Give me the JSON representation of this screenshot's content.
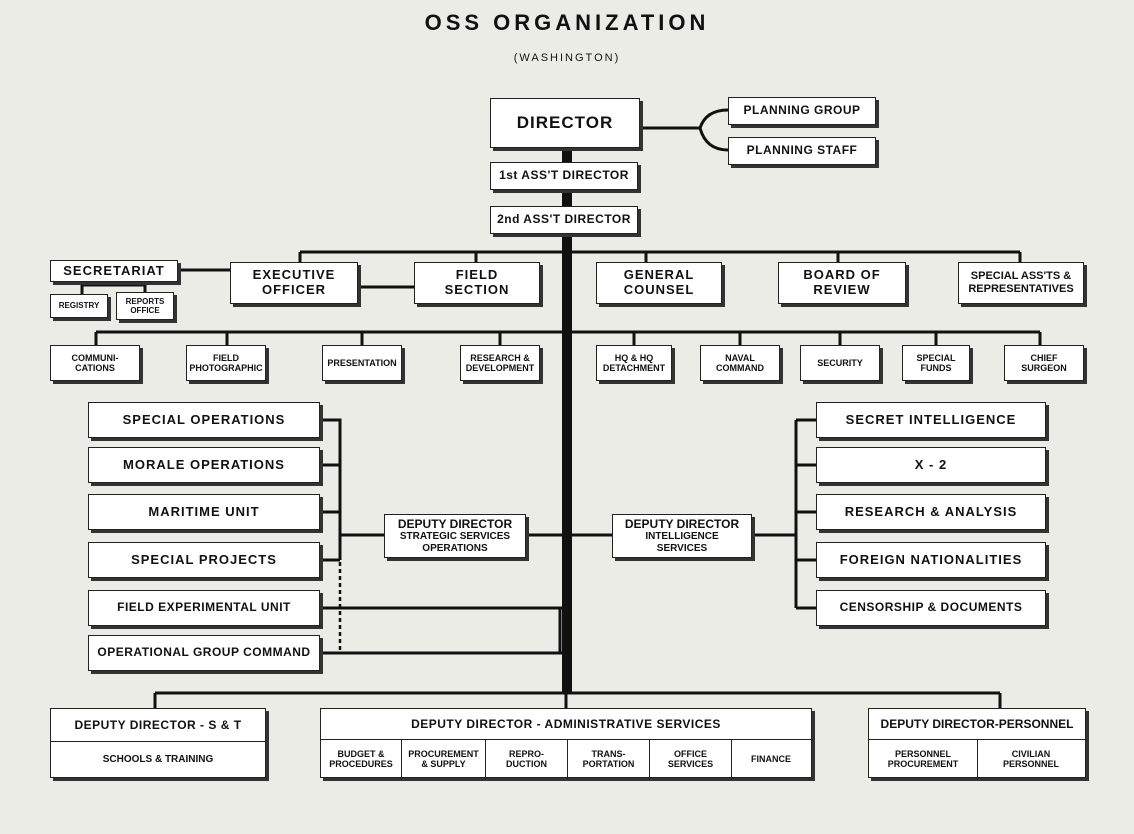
{
  "header": {
    "title": "OSS ORGANIZATION",
    "subtitle": "(WASHINGTON)"
  },
  "top": {
    "director": "DIRECTOR",
    "planning_group": "PLANNING GROUP",
    "planning_staff": "PLANNING STAFF",
    "first_asst": "1st ASS'T DIRECTOR",
    "second_asst": "2nd ASS'T DIRECTOR"
  },
  "row1": {
    "secretariat": "SECRETARIAT",
    "registry": "REGISTRY",
    "reports_office": [
      "REPORTS",
      "OFFICE"
    ],
    "executive_officer": [
      "EXECUTIVE",
      "OFFICER"
    ],
    "field_section": [
      "FIELD",
      "SECTION"
    ],
    "general_counsel": [
      "GENERAL",
      "COUNSEL"
    ],
    "board_of_review": [
      "BOARD OF",
      "REVIEW"
    ],
    "special_assts": [
      "SPECIAL ASS'TS &",
      "REPRESENTATIVES"
    ]
  },
  "row2": {
    "communications": [
      "COMMUNI-",
      "CATIONS"
    ],
    "field_photographic": [
      "FIELD",
      "PHOTOGRAPHIC"
    ],
    "presentation": "PRESENTATION",
    "research_development": [
      "RESEARCH &",
      "DEVELOPMENT"
    ],
    "hq_detachment": [
      "HQ & HQ",
      "DETACHMENT"
    ],
    "naval_command": [
      "NAVAL",
      "COMMAND"
    ],
    "security": "SECURITY",
    "special_funds": [
      "SPECIAL",
      "FUNDS"
    ],
    "chief_surgeon": [
      "CHIEF",
      "SURGEON"
    ]
  },
  "left_branch": {
    "deputy": [
      "DEPUTY DIRECTOR",
      "STRATEGIC SERVICES",
      "OPERATIONS"
    ],
    "units": [
      "SPECIAL OPERATIONS",
      "MORALE OPERATIONS",
      "MARITIME UNIT",
      "SPECIAL PROJECTS",
      "FIELD EXPERIMENTAL UNIT",
      "OPERATIONAL GROUP COMMAND"
    ]
  },
  "right_branch": {
    "deputy": [
      "DEPUTY DIRECTOR",
      "INTELLIGENCE",
      "SERVICES"
    ],
    "units": [
      "SECRET INTELLIGENCE",
      "X - 2",
      "RESEARCH & ANALYSIS",
      "FOREIGN NATIONALITIES",
      "CENSORSHIP & DOCUMENTS"
    ]
  },
  "bottom": {
    "st": {
      "head": "DEPUTY DIRECTOR - S & T",
      "body": "SCHOOLS & TRAINING"
    },
    "admin": {
      "head": "DEPUTY DIRECTOR - ADMINISTRATIVE SERVICES",
      "cells": [
        [
          "BUDGET &",
          "PROCEDURES"
        ],
        [
          "PROCUREMENT",
          "& SUPPLY"
        ],
        [
          "REPRO-",
          "DUCTION"
        ],
        [
          "TRANS-",
          "PORTATION"
        ],
        [
          "OFFICE",
          "SERVICES"
        ],
        [
          "FINANCE"
        ]
      ]
    },
    "personnel": {
      "head": "DEPUTY DIRECTOR-PERSONNEL",
      "cells": [
        [
          "PERSONNEL",
          "PROCUREMENT"
        ],
        [
          "CIVILIAN",
          "PERSONNEL"
        ]
      ]
    }
  }
}
